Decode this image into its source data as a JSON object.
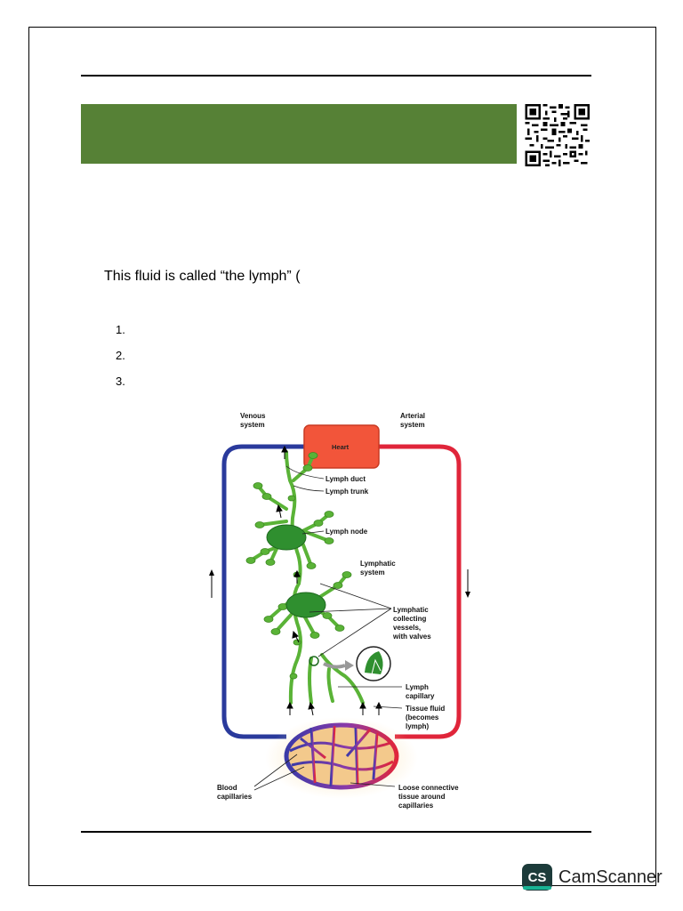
{
  "document": {
    "intro_text": "This fluid is called “the lymph” (",
    "list_items": [
      "1.",
      "2.",
      "3."
    ]
  },
  "colors": {
    "banner": "#568136",
    "venous": "#2a3a9c",
    "arterial": "#e0253a",
    "lymph": "#5ab337",
    "heart": "#f2553a"
  },
  "diagram": {
    "labels": {
      "venous_1": "Venous",
      "venous_2": "system",
      "arterial_1": "Arterial",
      "arterial_2": "system",
      "heart": "Heart",
      "lymph_duct": "Lymph duct",
      "lymph_trunk": "Lymph trunk",
      "lymph_node": "Lymph node",
      "lymphatic_system_1": "Lymphatic",
      "lymphatic_system_2": "system",
      "collecting_1": "Lymphatic",
      "collecting_2": "collecting",
      "collecting_3": "vessels,",
      "collecting_4": "with valves",
      "capillary_1": "Lymph",
      "capillary_2": "capillary",
      "tissue_1": "Tissue fluid",
      "tissue_2": "(becomes",
      "tissue_3": "lymph)",
      "blood_1": "Blood",
      "blood_2": "capillaries",
      "loose_1": "Loose connective",
      "loose_2": "tissue around",
      "loose_3": "capillaries"
    }
  },
  "watermark": {
    "logo_text": "CS",
    "app_name": "CamScanner"
  }
}
